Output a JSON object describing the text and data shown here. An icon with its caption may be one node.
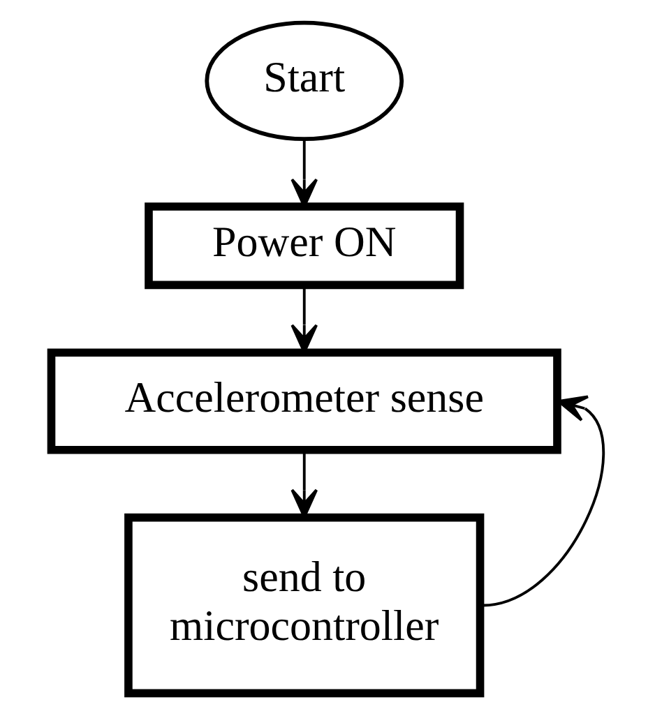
{
  "diagram": {
    "nodes": [
      {
        "text": [
          "Start"
        ]
      },
      {
        "text": [
          "Power ON"
        ]
      },
      {
        "text": [
          "Accelerometer sense"
        ]
      },
      {
        "text": [
          "send to microcontroller"
        ]
      }
    ],
    "edges": [
      {
        "from": 0,
        "to": 1,
        "arrow": "to"
      },
      {
        "from": 1,
        "to": 2,
        "arrow": "to"
      },
      {
        "from": 2,
        "to": 3,
        "arrow": "to"
      },
      {
        "from": 3,
        "to": 2,
        "arrow": "to"
      }
    ]
  }
}
